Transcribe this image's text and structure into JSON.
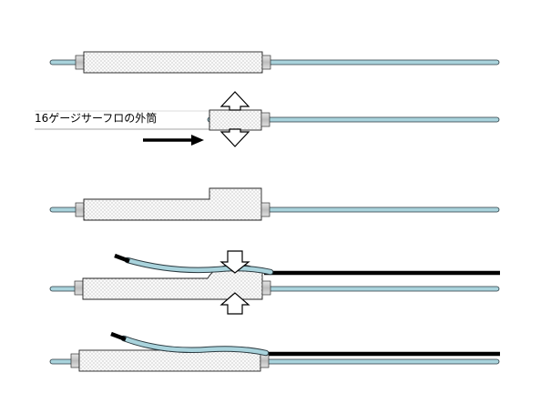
{
  "callout": {
    "label": "16ゲージサーフロの外筒"
  },
  "colors": {
    "rod_fill": "#a9d3dc",
    "rod_stroke": "#2b3a40",
    "sheath_fill": "#f4f4f4",
    "sheath_stroke": "#222222",
    "dark_wire": "#000000",
    "tube_blue": "#a9d3dc"
  },
  "icons": {
    "push_arrow": "arrow-right",
    "compress": "double-vertical-arrow"
  }
}
